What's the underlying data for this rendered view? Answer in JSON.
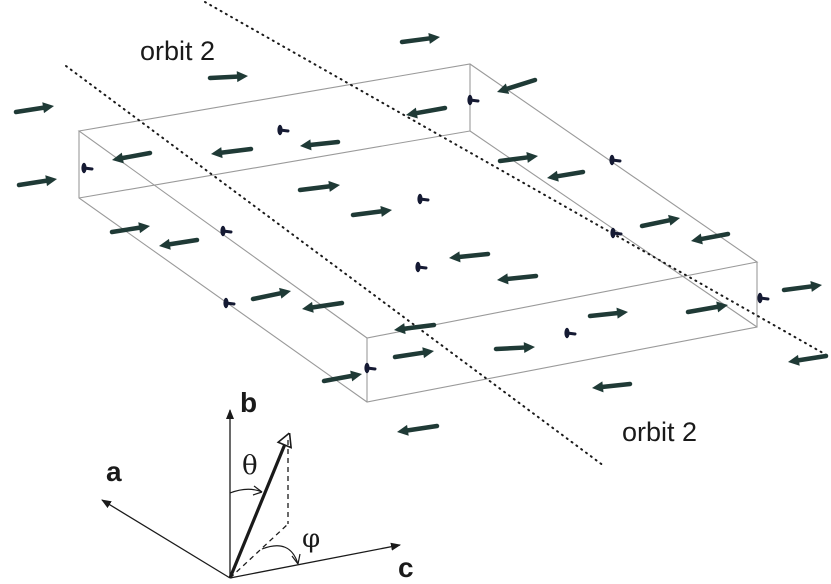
{
  "labels": {
    "orbit_top": "orbit 2",
    "orbit_bottom": "orbit 2",
    "axis_a": "a",
    "axis_b": "b",
    "axis_c": "c",
    "angle_theta": "θ",
    "angle_phi": "φ"
  },
  "colors": {
    "spin_arrow": "#1f3a36",
    "point_spin": "#151a33",
    "box_edge": "#9a9a9a",
    "ink": "#1a1a1a"
  }
}
